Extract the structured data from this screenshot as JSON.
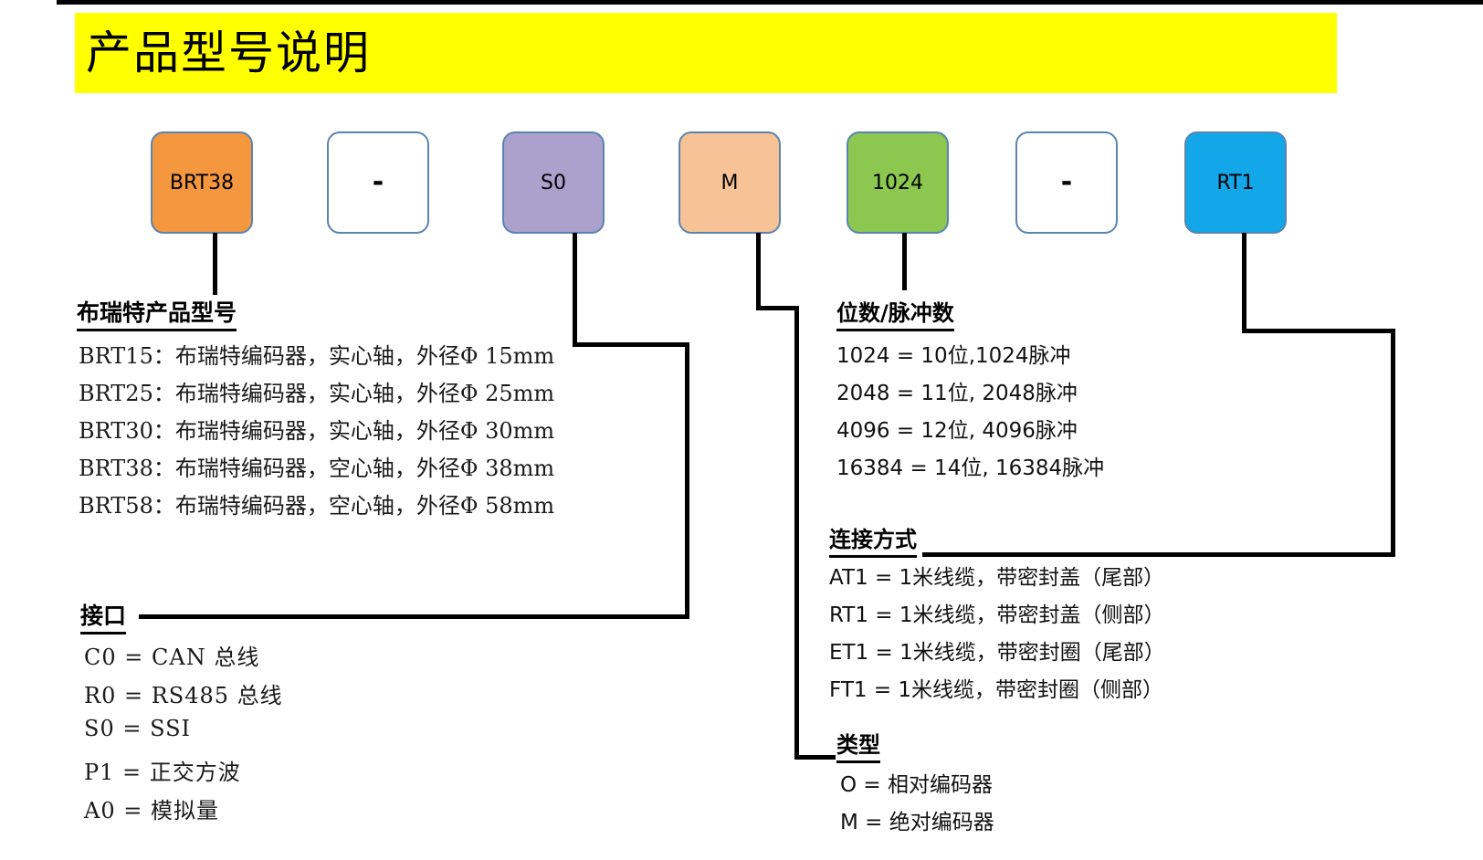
{
  "title": "产品型号说明",
  "model_boxes": [
    {
      "label": "BRT38",
      "color": "#F5973F",
      "name": "model-box-brt38"
    },
    {
      "label": "-",
      "color": "#FFFFFF",
      "name": "model-box-dash-1"
    },
    {
      "label": "S0",
      "color": "#ACA0CC",
      "name": "model-box-s0"
    },
    {
      "label": "M",
      "color": "#F7C295",
      "name": "model-box-m"
    },
    {
      "label": "1024",
      "color": "#8CC750",
      "name": "model-box-1024"
    },
    {
      "label": "-",
      "color": "#FFFFFF",
      "name": "model-box-dash-2"
    },
    {
      "label": "RT1",
      "color": "#12A7E8",
      "name": "model-box-rt1"
    }
  ],
  "sections": {
    "product_model": {
      "heading": "布瑞特产品型号",
      "rows": [
        "BRT15：布瑞特编码器，实心轴，外径Φ 15mm",
        "BRT25：布瑞特编码器，实心轴，外径Φ 25mm",
        "BRT30：布瑞特编码器，实心轴，外径Φ 30mm",
        "BRT38：布瑞特编码器，空心轴，外径Φ 38mm",
        "BRT58：布瑞特编码器，空心轴，外径Φ 58mm"
      ]
    },
    "interface": {
      "heading": "接口",
      "rows": [
        "C0 = CAN 总线",
        "R0 = RS485 总线",
        "S0 = SSI",
        "P1 = 正交方波",
        "A0 = 模拟量"
      ]
    },
    "bits_pulses": {
      "heading": "位数/脉冲数",
      "rows": [
        "1024 = 10位,1024脉冲",
        "2048 = 11位, 2048脉冲",
        "4096 = 12位, 4096脉冲",
        "16384 = 14位, 16384脉冲"
      ]
    },
    "connection": {
      "heading": "连接方式",
      "rows": [
        "AT1 = 1米线缆，带密封盖（尾部）",
        "RT1 = 1米线缆，带密封盖（侧部）",
        "ET1 = 1米线缆，带密封圈（尾部）",
        "FT1 = 1米线缆，带密封圈（侧部）"
      ]
    },
    "type": {
      "heading": "类型",
      "rows": [
        "O =  相对编码器",
        "M =  绝对编码器"
      ]
    }
  },
  "colors": {
    "banner": "#FFFF00",
    "box_border": "#5B84B1",
    "line": "#000000"
  }
}
